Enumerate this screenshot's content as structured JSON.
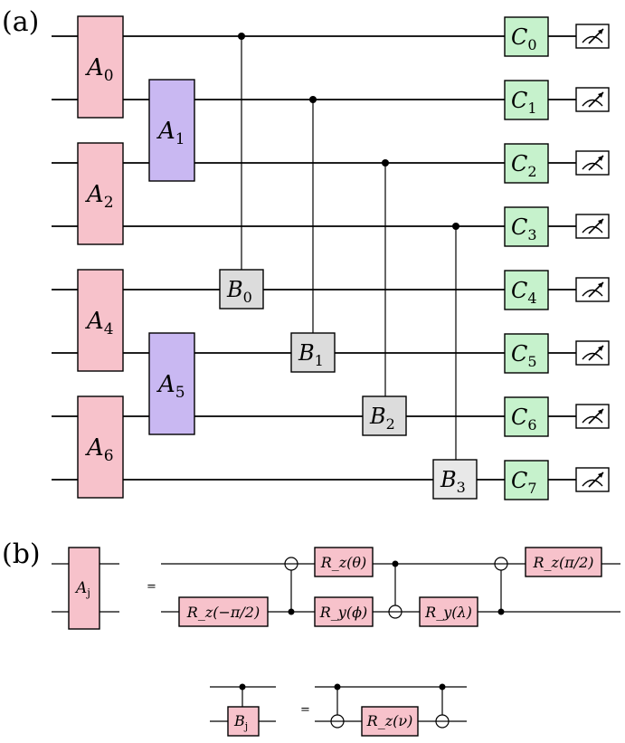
{
  "panels": {
    "a": {
      "label": "(a)",
      "a_gates": [
        {
          "name": "A",
          "sub": "0"
        },
        {
          "name": "A",
          "sub": "1"
        },
        {
          "name": "A",
          "sub": "2"
        },
        {
          "name": "A",
          "sub": "4"
        },
        {
          "name": "A",
          "sub": "5"
        },
        {
          "name": "A",
          "sub": "6"
        }
      ],
      "b_gates": [
        {
          "name": "B",
          "sub": "0"
        },
        {
          "name": "B",
          "sub": "1"
        },
        {
          "name": "B",
          "sub": "2"
        },
        {
          "name": "B",
          "sub": "3"
        }
      ],
      "c_gates": [
        {
          "name": "C",
          "sub": "0"
        },
        {
          "name": "C",
          "sub": "1"
        },
        {
          "name": "C",
          "sub": "2"
        },
        {
          "name": "C",
          "sub": "3"
        },
        {
          "name": "C",
          "sub": "4"
        },
        {
          "name": "C",
          "sub": "5"
        },
        {
          "name": "C",
          "sub": "6"
        },
        {
          "name": "C",
          "sub": "7"
        }
      ]
    },
    "b": {
      "label": "(b)",
      "aj": {
        "name": "A",
        "sub": "j"
      },
      "bj": {
        "name": "B",
        "sub": "j"
      },
      "equals": "=",
      "gates": {
        "rz_neg_pi2": "R_z(−π/2)",
        "rz_theta": "R_z(θ)",
        "ry_phi": "R_y(ϕ)",
        "ry_lambda": "R_y(λ)",
        "rz_pi2": "R_z(π/2)",
        "rz_nu": "R_z(ν)"
      }
    }
  },
  "colors": {
    "a_gate": "#f7c2cb",
    "a_gate_mid": "#c9b8f2",
    "b_gate": "#dcdcdc",
    "b_gate_last": "#e8e8e8",
    "c_gate": "#c6f2cc",
    "rot_gate": "#f7c2cb"
  }
}
